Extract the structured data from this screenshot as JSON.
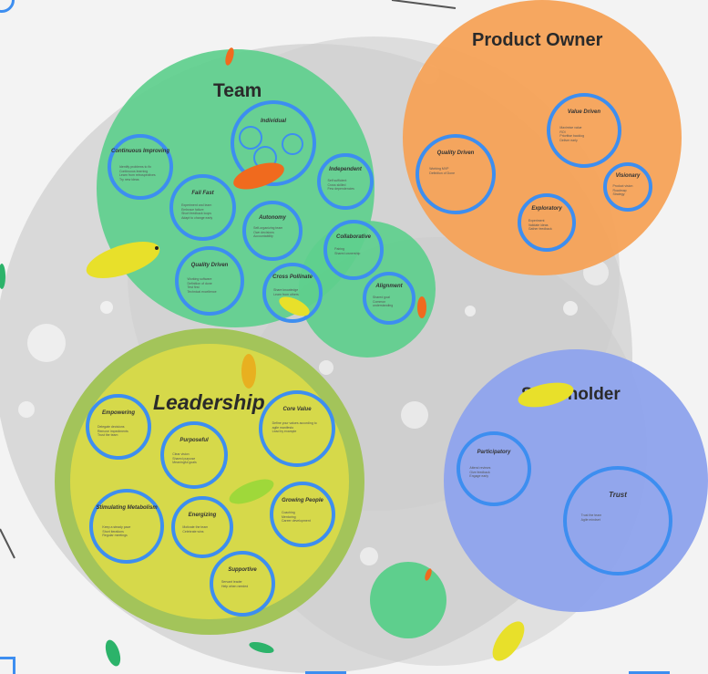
{
  "clusters": {
    "team": {
      "title": "Team",
      "color": "#5ecf8d",
      "rings": {
        "individual": {
          "title": "Individual",
          "body": ""
        },
        "continuous_improving": {
          "title": "Continuous Improving",
          "body": "Identify problems to fix\nContinuous learning\nLearn from retrospectives\nTry new ideas"
        },
        "fail_fast": {
          "title": "Fail Fast",
          "body": "Experiment and learn\nEmbrace failure\nShort feedback loops\nAdapt to change early"
        },
        "autonomy": {
          "title": "Autonomy",
          "body": "Self-organizing team\nOwn decisions\nAccountability"
        },
        "independent": {
          "title": "Independent",
          "body": "Self sufficient\nCross skilled\nFew dependencies"
        },
        "collaborative": {
          "title": "Collaborative",
          "body": "Pairing\nShared ownership"
        },
        "alignment": {
          "title": "Alignment",
          "body": "Shared goal\nCommon understanding"
        },
        "quality_driven": {
          "title": "Quality Driven",
          "body": "Working software\nDefinition of done\nTest first\nTechnical excellence"
        },
        "cross_pollinate": {
          "title": "Cross Pollinate",
          "body": "Share knowledge\nLearn from others"
        }
      }
    },
    "product_owner": {
      "title": "Product Owner",
      "color": "#f5a257",
      "rings": {
        "value_driven": {
          "title": "Value Driven",
          "body": "Maximise value\nROI\nPrioritise backlog\nDeliver early"
        },
        "quality_driven": {
          "title": "Quality Driven",
          "body": "Working MVP\nDefinition of Done"
        },
        "visionary": {
          "title": "Visionary",
          "body": "Product vision\nRoadmap\nStrategy"
        },
        "exploratory": {
          "title": "Exploratory",
          "body": "Experiment\nValidate ideas\nGather feedback"
        }
      }
    },
    "leadership": {
      "title": "Leadership",
      "color": "#d6d94a",
      "rings": {
        "empowering": {
          "title": "Empowering",
          "body": "Delegate decisions\nRemove impediments\nTrust the team"
        },
        "core_value": {
          "title": "Core Value",
          "body": "Define your values according to agile manifesto\nLead by example"
        },
        "purposeful": {
          "title": "Purposeful",
          "body": "Clear vision\nShared purpose\nMeaningful goals"
        },
        "stimulating_metabolism": {
          "title": "Stimulating Metabolism",
          "body": "Keep a steady pace\nShort iterations\nRegular meetings"
        },
        "energizing": {
          "title": "Energizing",
          "body": "Motivate the team\nCelebrate wins"
        },
        "growing_people": {
          "title": "Growing People",
          "body": "Coaching\nMentoring\nCareer development"
        },
        "supportive": {
          "title": "Supportive",
          "body": "Servant leader\nHelp when needed"
        }
      }
    },
    "stakeholder": {
      "title": "Stakeholder",
      "color": "#8fa4ec",
      "rings": {
        "participatory": {
          "title": "Participatory",
          "body": "Attend reviews\nGive feedback\nEngage early"
        },
        "trust": {
          "title": "Trust",
          "body": "Trust the team\nAgile mindset"
        }
      }
    }
  },
  "colors": {
    "background": "#f3f3f3",
    "grey_disk": "#dcdcdc",
    "ring_blue": "#3d8ef0",
    "bug_yellow": "#e8e02a",
    "bug_orange": "#f06a1e",
    "bug_green": "#2cb36a"
  }
}
